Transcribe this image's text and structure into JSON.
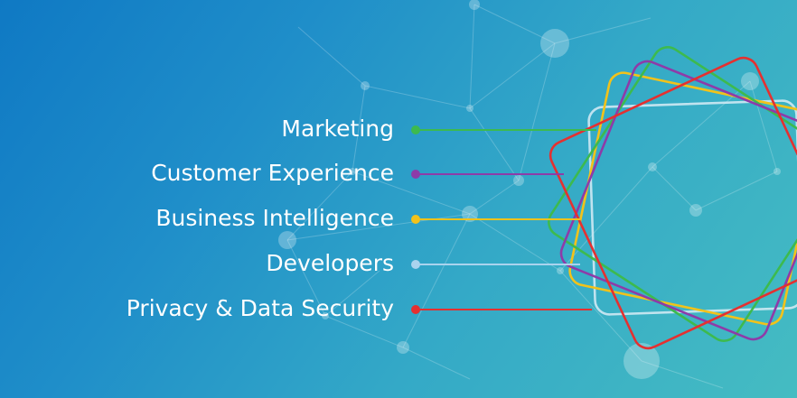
{
  "items": [
    {
      "label": "Marketing",
      "color": "#3dba4e"
    },
    {
      "label": "Customer Experience",
      "color": "#8e3ba8"
    },
    {
      "label": "Business Intelligence",
      "color": "#f2c21a"
    },
    {
      "label": "Developers",
      "color": "#a9d3ee"
    },
    {
      "label": "Privacy & Data Security",
      "color": "#e53030"
    }
  ]
}
